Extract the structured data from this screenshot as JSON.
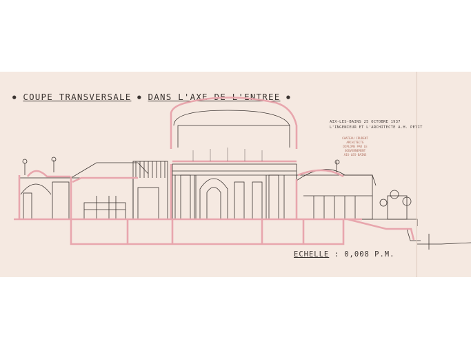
{
  "drawing": {
    "title_part1": "COUPE TRANSVERSALE",
    "title_part2": "DANS L'AXE DE L'ENTREE",
    "title_separator": "●",
    "note_line1": "AIX-LES-BAINS  25 OCTOBRE 1937",
    "note_line2": "L'INGENIEUR ET L'ARCHITECTE  A.H. PETIT",
    "stamp_line1": "CHATEAU CRUDENT",
    "stamp_line2": "ARCHITECTE",
    "stamp_line3": "DIPLOME PAR LE GOUVERNEMENT",
    "stamp_line4": "AIX-LES-BAINS",
    "scale_label": "ECHELLE",
    "scale_value": ": 0,008 P.M.",
    "colors": {
      "paper": "#f5e9e1",
      "ink": "#3a3330",
      "wash": "#e8a6ad"
    }
  }
}
